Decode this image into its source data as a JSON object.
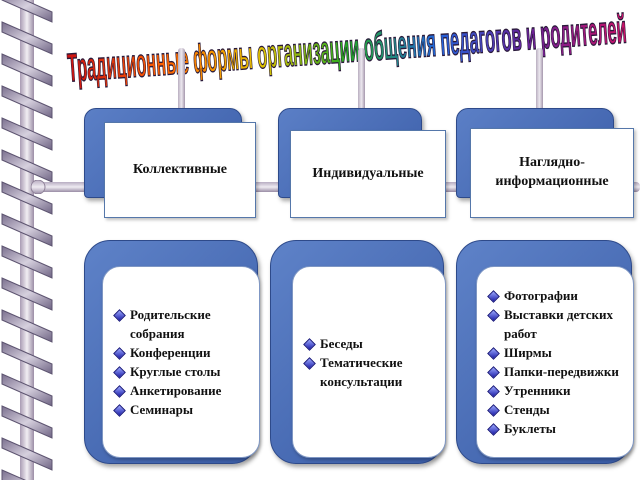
{
  "title": "Традиционные формы организации общения педагогов и родителей",
  "colors": {
    "panel_blue": "#4a6db8",
    "bullet_blue": "#1c1ca8",
    "title_gradient": [
      "#cc1111",
      "#ff6600",
      "#ffcc00",
      "#22aa22",
      "#2266dd",
      "#662299",
      "#cc1166"
    ]
  },
  "categories": [
    {
      "label": "Коллективные",
      "items": [
        "Родительские собрания",
        "Конференции",
        "Круглые столы",
        "Анкетирование",
        "Семинары"
      ]
    },
    {
      "label": "Индивидуальные",
      "items": [
        "Беседы",
        "Тематические консультации"
      ]
    },
    {
      "label": "Наглядно-информационные",
      "items": [
        "Фотографии",
        "Выставки детских работ",
        "Ширмы",
        "Папки-передвижки",
        "Утренники",
        "Стенды",
        "Буклеты"
      ]
    }
  ]
}
